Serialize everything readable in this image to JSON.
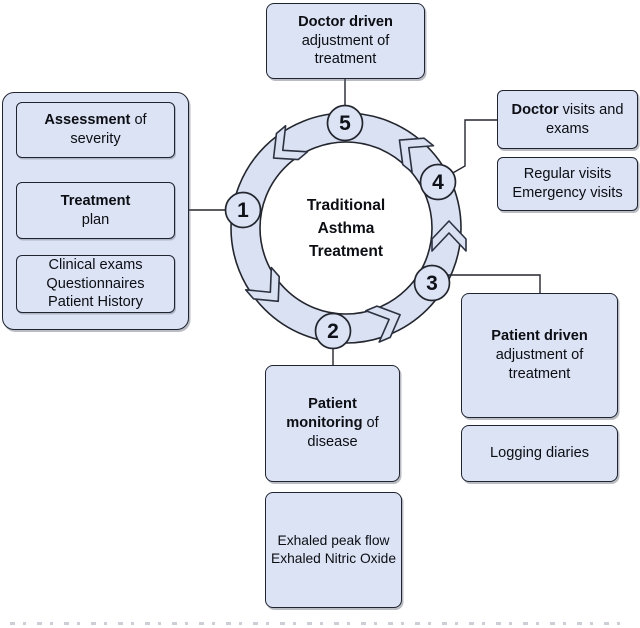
{
  "figure": {
    "center_label": {
      "lines": [
        [
          {
            "t": "Traditional",
            "b": 1
          }
        ],
        [
          {
            "t": "Asthma",
            "b": 1
          }
        ],
        [
          {
            "t": "Treatment",
            "b": 1
          }
        ]
      ]
    },
    "steps": [
      "1",
      "2",
      "3",
      "4",
      "5"
    ],
    "colors": {
      "box_fill": "#dce3f4",
      "ring_fill": "#dae1f2",
      "outline": "#23262e"
    },
    "boxes": {
      "doctor_adjustment": {
        "lines": [
          [
            {
              "t": "Doctor driven",
              "b": 1
            }
          ],
          [
            {
              "t": "adjustment of"
            }
          ],
          [
            {
              "t": "treatment"
            }
          ]
        ]
      },
      "assessment": {
        "lines": [
          [
            {
              "t": "Assessment ",
              "b": 1
            },
            {
              "t": "of"
            }
          ],
          [
            {
              "t": "severity"
            }
          ]
        ]
      },
      "treatment_plan": {
        "lines": [
          [
            {
              "t": "Treatment",
              "b": 1
            }
          ],
          [
            {
              "t": "plan"
            }
          ]
        ]
      },
      "assessment_methods": {
        "lines": [
          [
            {
              "t": "Clinical exams"
            }
          ],
          [
            {
              "t": "Questionnaires"
            }
          ],
          [
            {
              "t": "Patient History"
            }
          ]
        ]
      },
      "doctor_visits": {
        "lines": [
          [
            {
              "t": "Doctor ",
              "b": 1
            },
            {
              "t": "visits and"
            }
          ],
          [
            {
              "t": "exams"
            }
          ]
        ]
      },
      "visit_types": {
        "lines": [
          [
            {
              "t": "Regular visits"
            }
          ],
          [
            {
              "t": "Emergency visits"
            }
          ]
        ]
      },
      "patient_adjustment": {
        "lines": [
          [
            {
              "t": "Patient driven",
              "b": 1
            }
          ],
          [
            {
              "t": "adjustment of"
            }
          ],
          [
            {
              "t": "treatment"
            }
          ]
        ]
      },
      "logging_diaries": {
        "lines": [
          [
            {
              "t": "Logging diaries"
            }
          ]
        ]
      },
      "patient_monitoring": {
        "lines": [
          [
            {
              "t": "Patient",
              "b": 1
            }
          ],
          [
            {
              "t": "monitoring ",
              "b": 1
            },
            {
              "t": "of"
            }
          ],
          [
            {
              "t": "disease"
            }
          ]
        ]
      },
      "exhaled_measures": {
        "lines": [
          [
            {
              "t": "Exhaled peak flow"
            }
          ],
          [
            {
              "t": "Exhaled Nitric Oxide"
            }
          ]
        ]
      }
    }
  }
}
